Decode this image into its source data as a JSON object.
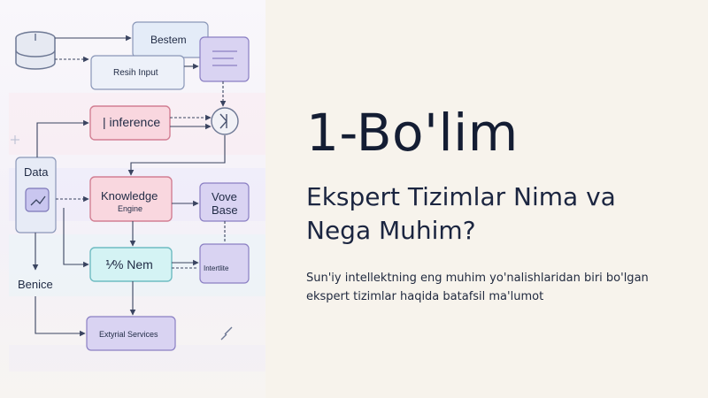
{
  "slide": {
    "section_title": "1-Bo'lim",
    "heading": "Ekspert Tizimlar Nima va Nega Muhim?",
    "description": "Sun'iy intellektning eng muhim yo'nalishlaridan biri bo'lgan ekspert tizimlar haqida batafsil ma'lumot"
  },
  "diagram": {
    "nodes": {
      "bestem": "Bestem",
      "resh_input": "Resih Input",
      "inference": "| inference",
      "data": "Data",
      "knowledge_engine_line1": "Knowledge",
      "knowledge_engine_line2": "Engine",
      "vove_base_line1": "Vove",
      "vove_base_line2": "Base",
      "nem": "⅟% Nem",
      "interface": "Intertlite",
      "benice": "Benice",
      "external_services": "Extyrial Services"
    }
  },
  "colors": {
    "background": "#f7f3ec",
    "pink_node": "#f9d7df",
    "blue_node": "#e4ecf8",
    "purple_node": "#d9d3f2",
    "teal_node": "#d4f3f4"
  }
}
